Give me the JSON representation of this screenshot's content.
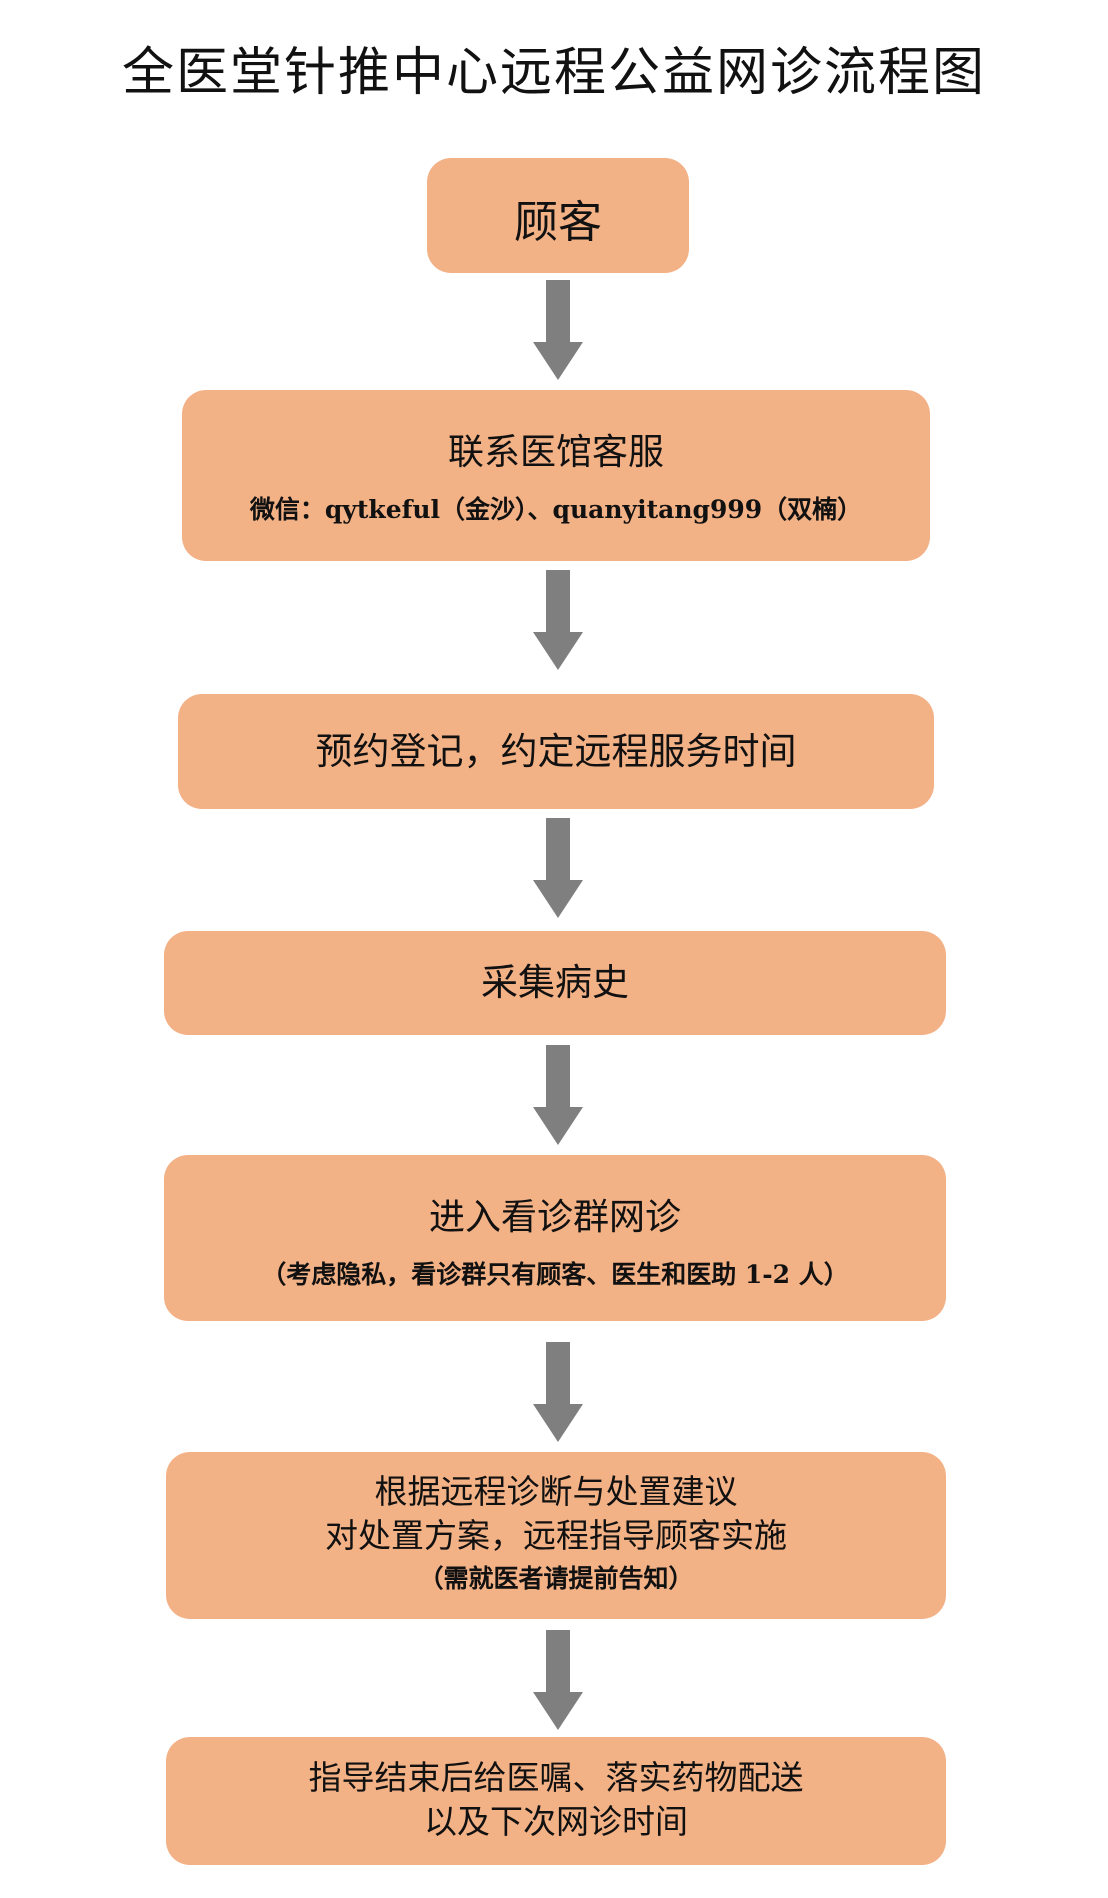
{
  "title": "全医堂针推中心远程公益网诊流程图",
  "colors": {
    "box_fill": "#f3b186",
    "arrow_fill": "#7f7f7f",
    "text": "#111111"
  },
  "steps": [
    {
      "lines": [
        "顾客"
      ]
    },
    {
      "lines": [
        "联系医馆客服",
        "微信：qytkeful（金沙）、quanyitang999（双楠）"
      ]
    },
    {
      "lines": [
        "预约登记，约定远程服务时间"
      ]
    },
    {
      "lines": [
        "采集病史"
      ]
    },
    {
      "lines": [
        "进入看诊群网诊",
        "（考虑隐私，看诊群只有顾客、医生和医助 1-2 人）"
      ]
    },
    {
      "lines": [
        "根据远程诊断与处置建议",
        "对处置方案，远程指导顾客实施",
        "（需就医者请提前告知）"
      ]
    },
    {
      "lines": [
        "指导结束后给医嘱、落实药物配送",
        "以及下次网诊时间"
      ]
    }
  ]
}
